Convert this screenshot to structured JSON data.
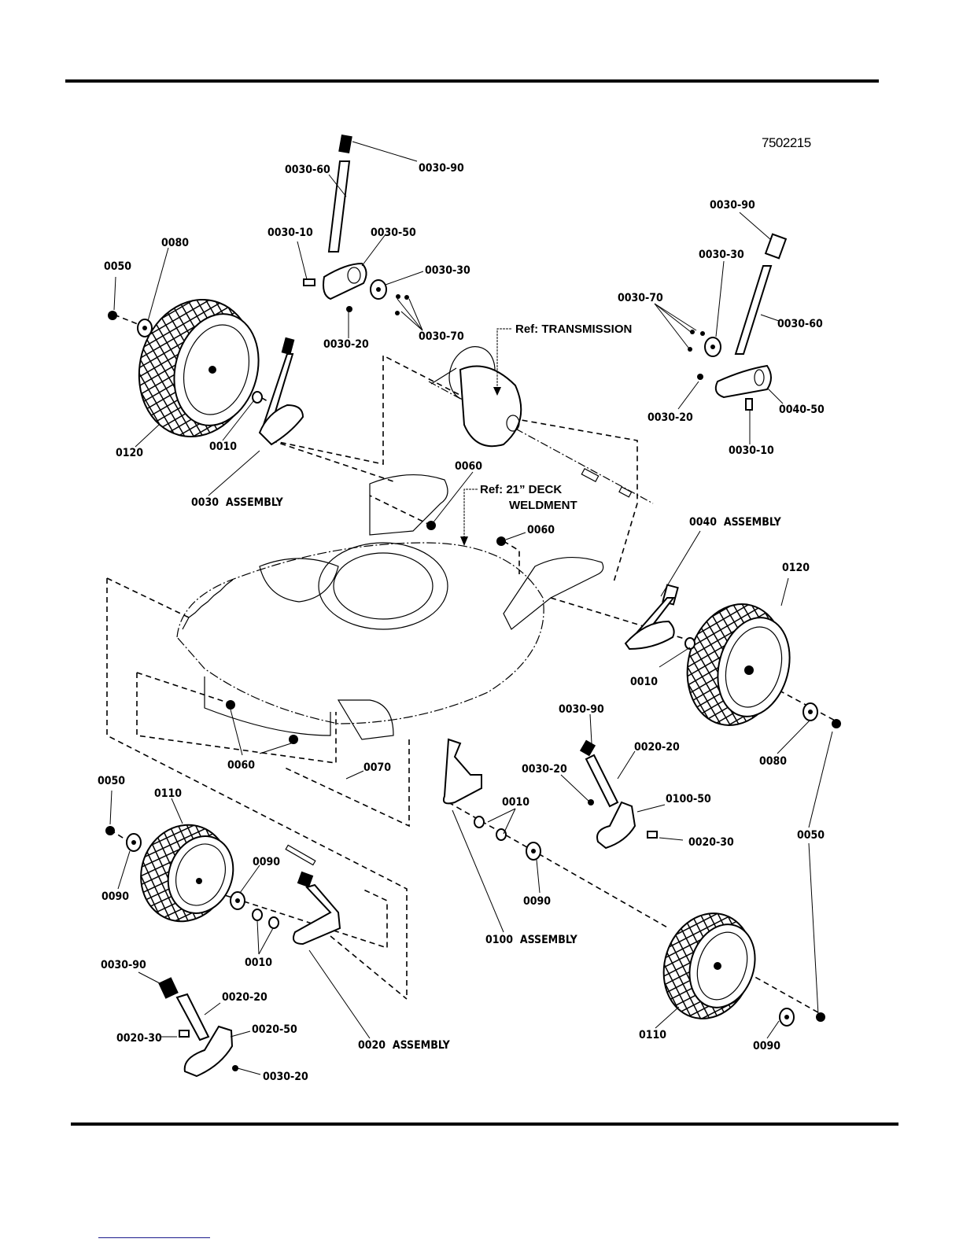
{
  "document": {
    "drawing_number": "7502215"
  },
  "refs": {
    "transmission": "Ref: TRANSMISSION",
    "deck_line1": "Ref: 21” DECK",
    "deck_line2": "WELDMENT"
  },
  "assemblies": {
    "a0030": "0030  ASSEMBLY",
    "a0040": "0040  ASSEMBLY",
    "a0100": "0100  ASSEMBLY",
    "a0020": "0020  ASSEMBLY"
  },
  "callouts": {
    "top_left_lever": {
      "p0030_60": "0030-60",
      "p0030_90": "0030-90",
      "p0030_10": "0030-10",
      "p0030_50": "0030-50",
      "p0030_30": "0030-30",
      "p0030_20": "0030-20",
      "p0030_70": "0030-70"
    },
    "top_right_lever": {
      "p0030_90": "0030-90",
      "p0030_30": "0030-30",
      "p0030_70": "0030-70",
      "p0030_60": "0030-60",
      "p0030_20": "0030-20",
      "p0040_50": "0040-50",
      "p0030_10": "0030-10"
    },
    "left_rear_wheel": {
      "p0050": "0050",
      "p0080": "0080",
      "p0120": "0120",
      "p0010": "0010"
    },
    "deck": {
      "p0060_a": "0060",
      "p0060_b": "0060",
      "p0060_c": "0060",
      "p0070": "0070"
    },
    "right_rear_wheel": {
      "p0120": "0120",
      "p0010": "0010",
      "p0080": "0080",
      "p0050": "0050"
    },
    "right_front_lever": {
      "p0030_90": "0030-90",
      "p0020_20": "0020-20",
      "p0030_20": "0030-20",
      "p0100_50": "0100-50",
      "p0020_30": "0020-30",
      "p0010": "0010",
      "p0090": "0090"
    },
    "left_front_wheel": {
      "p0050": "0050",
      "p0110": "0110",
      "p0090_a": "0090",
      "p0090_b": "0090",
      "p0010": "0010"
    },
    "left_front_lever": {
      "p0030_90": "0030-90",
      "p0020_20": "0020-20",
      "p0020_30": "0020-30",
      "p0020_50": "0020-50",
      "p0030_20": "0030-20"
    },
    "right_front_wheel": {
      "p0110": "0110",
      "p0090": "0090"
    }
  }
}
